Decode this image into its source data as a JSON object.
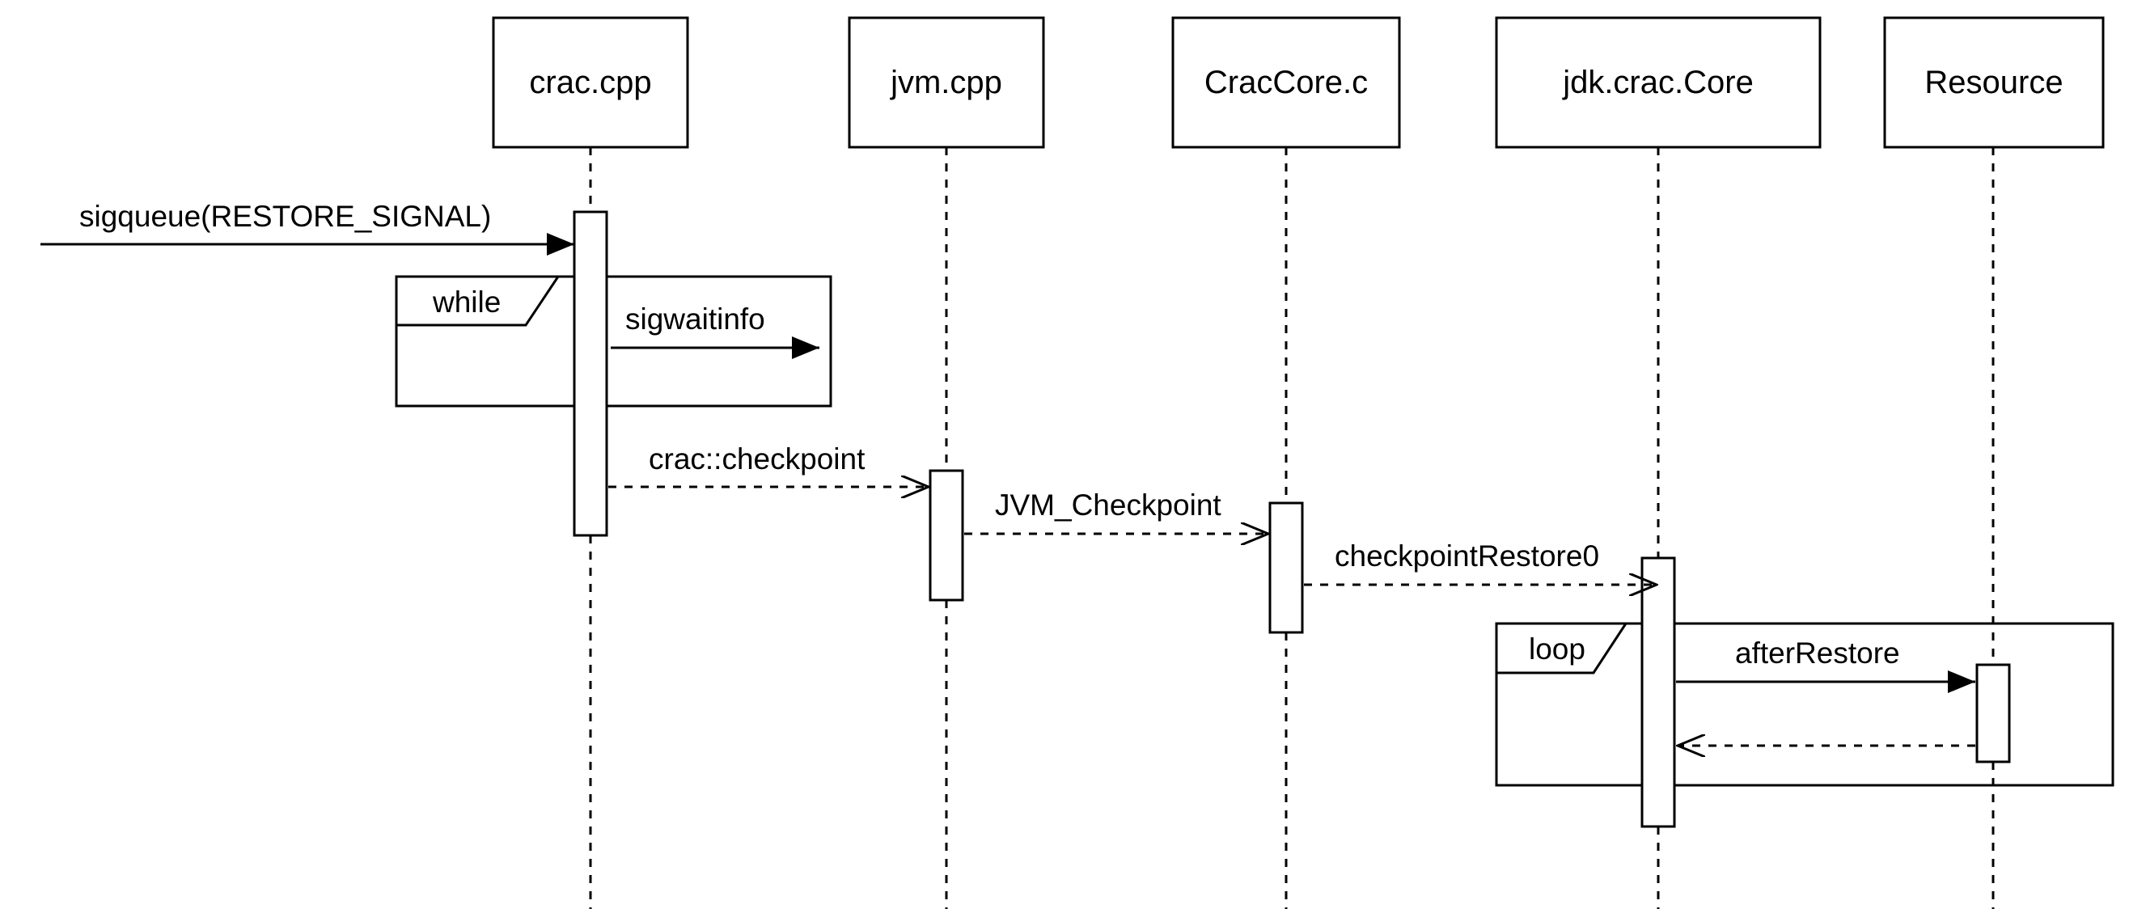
{
  "participants": [
    {
      "id": "crac",
      "label": "crac.cpp"
    },
    {
      "id": "jvm",
      "label": "jvm.cpp"
    },
    {
      "id": "craccore",
      "label": "CracCore.c"
    },
    {
      "id": "jdkcore",
      "label": "jdk.crac.Core"
    },
    {
      "id": "resource",
      "label": "Resource"
    }
  ],
  "messages": {
    "sigqueue": {
      "label": "sigqueue(RESTORE_SIGNAL)",
      "kind": "sync",
      "from": "external",
      "to": "crac"
    },
    "sigwaitinfo": {
      "label": "sigwaitinfo",
      "kind": "sync",
      "from": "crac",
      "to": "self"
    },
    "checkpoint": {
      "label": "crac::checkpoint",
      "kind": "async-dashed",
      "from": "crac",
      "to": "jvm"
    },
    "jvm_checkpoint": {
      "label": "JVM_Checkpoint",
      "kind": "async-dashed",
      "from": "jvm",
      "to": "craccore"
    },
    "checkpoint_restore": {
      "label": "checkpointRestore0",
      "kind": "async-dashed",
      "from": "craccore",
      "to": "jdkcore"
    },
    "after_restore": {
      "label": "afterRestore",
      "kind": "sync",
      "from": "jdkcore",
      "to": "resource"
    },
    "return_after_restore": {
      "label": "",
      "kind": "return-dashed",
      "from": "resource",
      "to": "jdkcore"
    }
  },
  "fragments": {
    "while": {
      "label": "while"
    },
    "loop": {
      "label": "loop"
    }
  }
}
